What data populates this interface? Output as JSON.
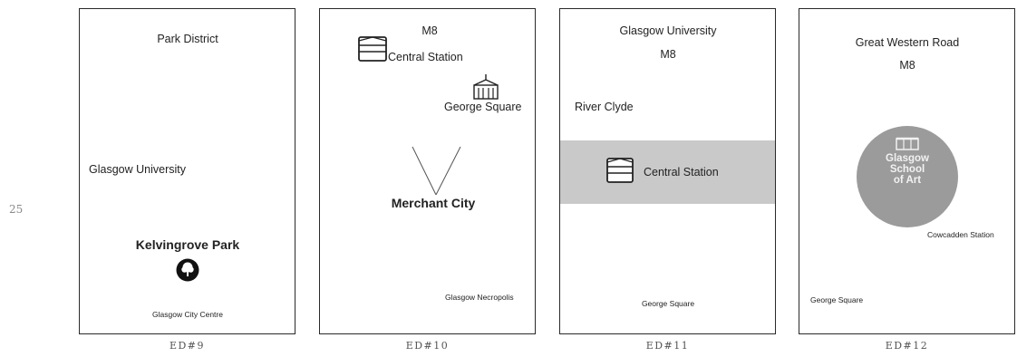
{
  "page_number": "25",
  "panels": [
    {
      "caption": "ED#9",
      "labels": {
        "park_district": "Park District",
        "glasgow_university": "Glasgow University",
        "kelvingrove_park": "Kelvingrove Park",
        "glasgow_city_centre": "Glasgow City Centre"
      },
      "icon": "tree-icon"
    },
    {
      "caption": "ED#10",
      "labels": {
        "m8": "M8",
        "central_station": "Central Station",
        "george_square": "George Square",
        "merchant_city": "Merchant City",
        "glasgow_necropolis": "Glasgow Necropolis"
      },
      "icons": [
        "station-icon",
        "building-icon"
      ]
    },
    {
      "caption": "ED#11",
      "labels": {
        "glasgow_university": "Glasgow University",
        "m8": "M8",
        "river_clyde": "River Clyde",
        "central_station": "Central Station",
        "george_square": "George Square"
      },
      "icon": "station-icon",
      "band_color": "#c9c9c9"
    },
    {
      "caption": "ED#12",
      "labels": {
        "great_western_road": "Great Western Road",
        "m8": "M8",
        "circle_line1": "Glasgow",
        "circle_line2": "School",
        "circle_line3": "of Art",
        "cowcaddens_station": "Cowcadden Station",
        "george_square": "George Square"
      },
      "icon": "building-icon",
      "circle_color": "#9b9b9b"
    }
  ]
}
